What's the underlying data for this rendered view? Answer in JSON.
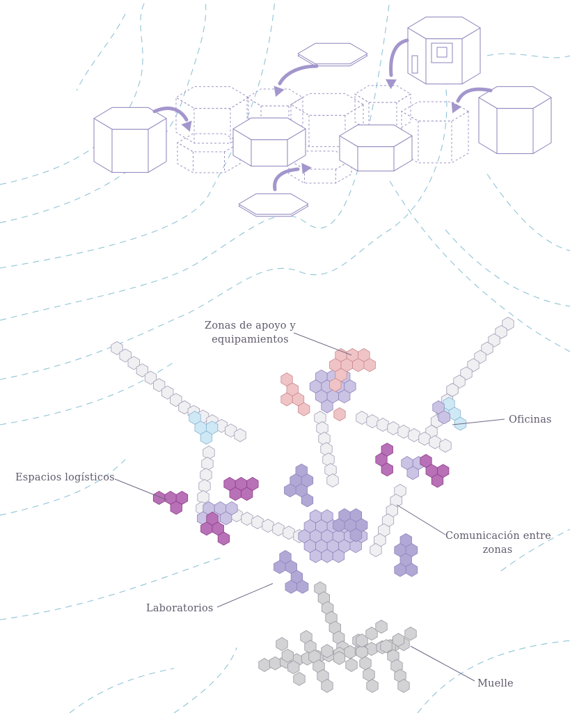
{
  "colors": {
    "apoyo": "#f0c4c6",
    "apoyo_stroke": "#c9878c",
    "laboratorios": "#cbc3e4",
    "laboratorios_dark": "#b2a8d6",
    "lab_stroke": "#8e84bb",
    "logisticos": "#b870b6",
    "logisticos_stroke": "#8d3f8b",
    "oficinas": "#cfe8f6",
    "oficinas_stroke": "#86b4cf",
    "comunicacion": "#f0f0f3",
    "comunicacion_stroke": "#a19cb3",
    "muelle": "#d3d3d6",
    "muelle_stroke": "#9797a0",
    "contours": "#8ec3d6",
    "leader": "#6e6784"
  },
  "labels": {
    "apoyo_line1": "Zonas de apoyo y",
    "apoyo_line2": "equipamientos",
    "oficinas": "Oficinas",
    "logisticos": "Espacios logísticos",
    "comunicacion_line1": "Comunicación entre",
    "comunicacion_line2": "zonas",
    "laboratorios": "Laboratorios",
    "muelle": "Muelle"
  }
}
